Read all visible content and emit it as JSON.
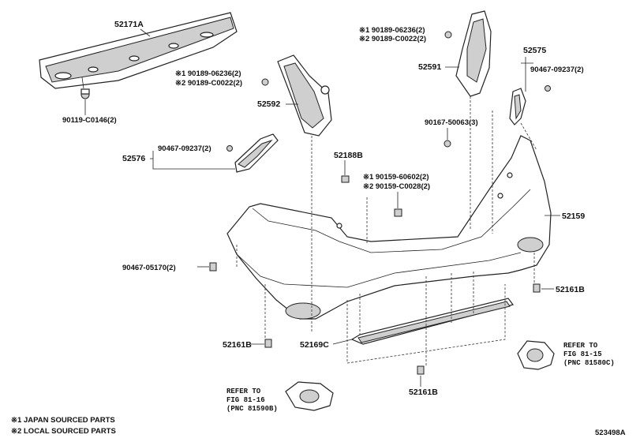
{
  "diagram_id": "523498A",
  "legend": [
    {
      "mark": "※1",
      "text": "JAPAN SOURCED PARTS"
    },
    {
      "mark": "※2",
      "text": "LOCAL SOURCED PARTS"
    }
  ],
  "callouts": {
    "p52171A": "52171A",
    "p90119": "90119-C0146(2)",
    "p52592": "52592",
    "p52592_note1": "※1 90189-06236(2)",
    "p52592_note2": "※2 90189-C0022(2)",
    "p52576": "52576",
    "p52576_bolt": "90467-09237(2)",
    "p90467_05170": "90467-05170(2)",
    "p52591": "52591",
    "p52591_note1": "※1 90189-06236(2)",
    "p52591_note2": "※2 90189-C0022(2)",
    "p52575": "52575",
    "p52575_bolt": "90467-09237(2)",
    "p90167": "90167-50063(3)",
    "p52188B": "52188B",
    "p52188B_note1": "※1 90159-60602(2)",
    "p52188B_note2": "※2 90159-C0028(2)",
    "p52159": "52159",
    "p52161B_right": "52161B",
    "p52161B_left": "52161B",
    "p52161B_bottom": "52161B",
    "p52169C": "52169C"
  },
  "refer_right": {
    "line1": "REFER TO",
    "line2": "FIG 81-15",
    "line3": "(PNC 81580C)"
  },
  "refer_bottom": {
    "line1": "REFER TO",
    "line2": "FIG 81-16",
    "line3": "(PNC 81590B)"
  }
}
